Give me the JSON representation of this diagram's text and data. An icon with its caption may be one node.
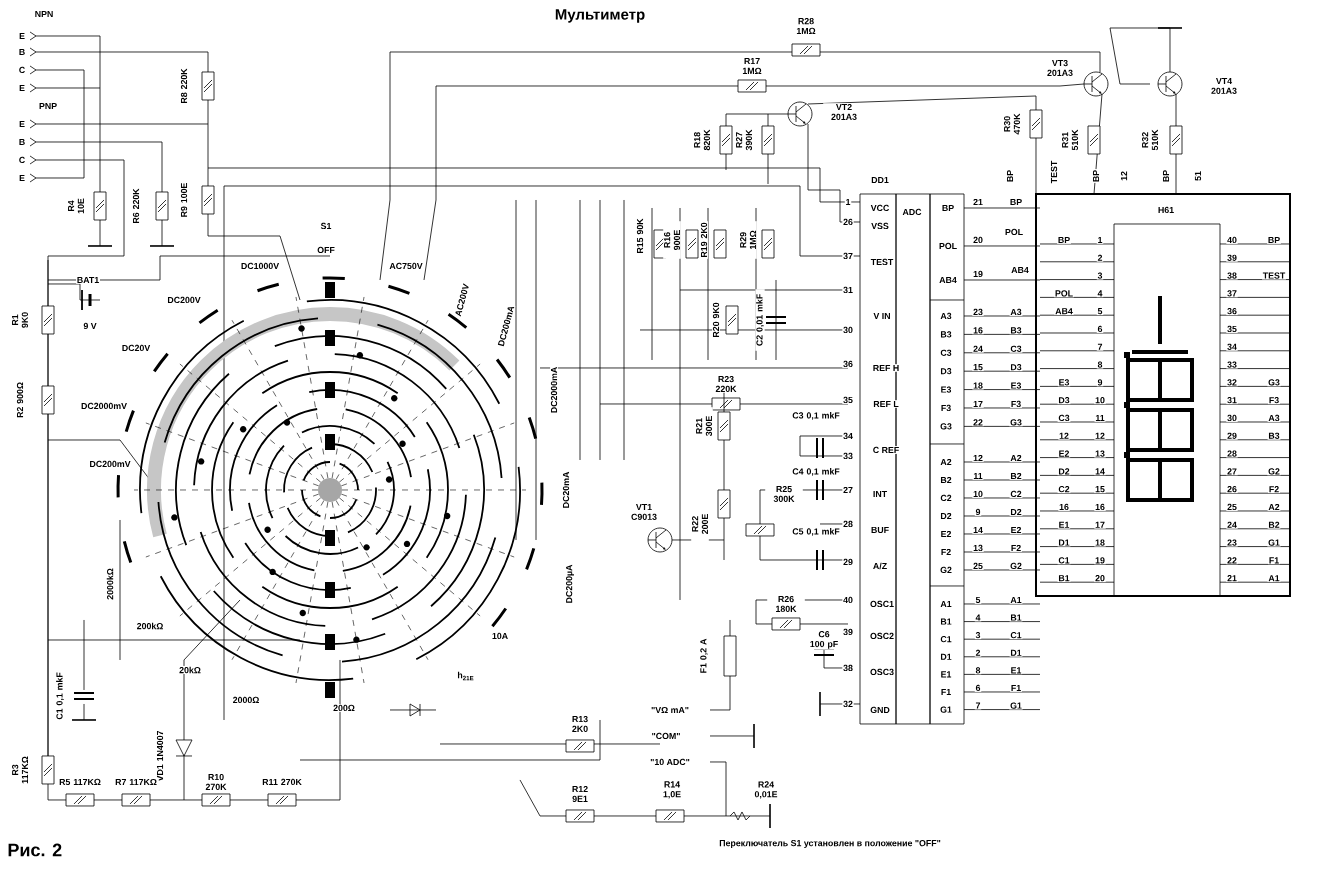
{
  "diagram": {
    "title": "Мультиметр",
    "caption": "Рис. 2",
    "labels": [
      "NPN",
      "E",
      "B",
      "C",
      "E",
      "PNP",
      "E",
      "B",
      "C",
      "E",
      "R8 220K",
      "R4 10E",
      "R6 220K",
      "R9 100E",
      "S1",
      "OFF",
      "DC1000V",
      "AC750V",
      "R28 1MΩ",
      "R17 1MΩ",
      "VT2 201A3",
      "VT3 201A3",
      "VT4 201A3",
      "R18 820K",
      "R27 390K",
      "R30 470K",
      "R31 510K",
      "R32 510K",
      "BP",
      "TEST",
      "BP",
      "12",
      "BP",
      "51",
      "DD1",
      "ADC",
      "VCC",
      "1",
      "VSS",
      "26",
      "TEST",
      "37",
      "31",
      "V IN",
      "30",
      "REF H",
      "36",
      "REF L",
      "35",
      "C REF",
      "34",
      "33",
      "INT",
      "27",
      "BUF",
      "28",
      "A/Z",
      "29",
      "OSC1",
      "40",
      "OSC2",
      "39",
      "OSC3",
      "38",
      "GND",
      "32",
      "BP",
      "21",
      "POL",
      "20",
      "AB4",
      "19",
      "A3",
      "23",
      "A3",
      "B3",
      "16",
      "B3",
      "C3",
      "24",
      "C3",
      "D3",
      "15",
      "D3",
      "E3",
      "18",
      "E3",
      "F3",
      "17",
      "F3",
      "G3",
      "22",
      "G3",
      "A2",
      "12",
      "A2",
      "B2",
      "11",
      "B2",
      "C2",
      "10",
      "C2",
      "D2",
      "9",
      "D2",
      "E2",
      "14",
      "E2",
      "F2",
      "13",
      "F2",
      "G2",
      "25",
      "G2",
      "A1",
      "5",
      "A1",
      "B1",
      "4",
      "B1",
      "C1",
      "3",
      "C1",
      "D1",
      "2",
      "D1",
      "E1",
      "8",
      "E1",
      "F1",
      "6",
      "F1",
      "G1",
      "7",
      "G1",
      "BP",
      "POL",
      "AB4",
      "H61",
      "BP",
      "1",
      "2",
      "3",
      "POL",
      "4",
      "AB4",
      "5",
      "6",
      "7",
      "8",
      "E3",
      "9",
      "D3",
      "10",
      "C3",
      "11",
      "12",
      "12",
      "E2",
      "13",
      "D2",
      "14",
      "C2",
      "15",
      "16",
      "16",
      "E1",
      "17",
      "D1",
      "18",
      "C1",
      "19",
      "B1",
      "20",
      "40",
      "BP",
      "39",
      "38",
      "TEST",
      "37",
      "36",
      "35",
      "34",
      "33",
      "32",
      "G3",
      "31",
      "F3",
      "30",
      "A3",
      "29",
      "B3",
      "28",
      "27",
      "G2",
      "26",
      "F2",
      "25",
      "A2",
      "24",
      "B2",
      "23",
      "G1",
      "22",
      "F1",
      "21",
      "A1",
      "R15 90K",
      "R16 900E",
      "R19 2K0",
      "R29 1MΩ",
      "R20 9K0",
      "C2 0,01 mkF",
      "R23 220K",
      "C3 0,1 mkF",
      "R21 300E",
      "C4 0,1 mkF",
      "R25 300K",
      "VT1 C9013",
      "R22 200E",
      "C5 0,1 mkF",
      "R26 180K",
      "C6 100 pF",
      "F1 0,2 A",
      "\"VΩ mA\"",
      "\"COM\"",
      "\"10 ADC\"",
      "R14 1,0E",
      "R24 0,01E",
      "R13 2K0",
      "R12 9E1",
      "BAT1",
      "9 V",
      "R1 9K0",
      "R2 900Ω",
      "DC200V",
      "AC200V",
      "DC20V",
      "DC200mA",
      "DC2000mA",
      "DC2000mV",
      "DC200mV",
      "DC20mA",
      "2000kΩ",
      "DC200µA",
      "200kΩ",
      "10A",
      "20kΩ",
      "h$_{21E}$",
      "2000Ω",
      "200Ω",
      "C1 0,1 mkF",
      "VD1 1N4007",
      "R3 117KΩ",
      "R5 117KΩ",
      "R7 117KΩ",
      "R10 270K",
      "R11 270K",
      "Переключатель S1 установлен в положение \"OFF\""
    ]
  }
}
